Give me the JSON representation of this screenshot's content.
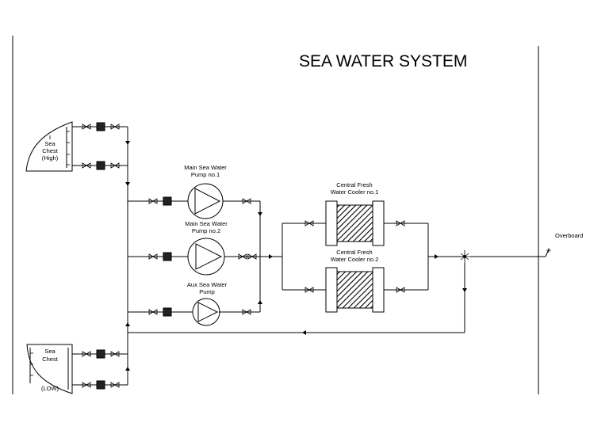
{
  "title": "SEA WATER SYSTEM",
  "sea_chest_high": [
    "Sea",
    "Chest",
    "(High)"
  ],
  "sea_chest_low": [
    "Sea",
    "Chest",
    "(LOW)"
  ],
  "main_pump_1": [
    "Main Sea Water",
    "Pump no.1"
  ],
  "main_pump_2": [
    "Main Sea Water",
    "Pump no.2"
  ],
  "aux_pump": [
    "Aux Sea Water",
    "Pump"
  ],
  "cooler_1": [
    "Central Fresh",
    "Water Cooler no.1"
  ],
  "cooler_2": [
    "Central Fresh",
    "Water Cooler no.2"
  ],
  "overboard": "Overboard"
}
